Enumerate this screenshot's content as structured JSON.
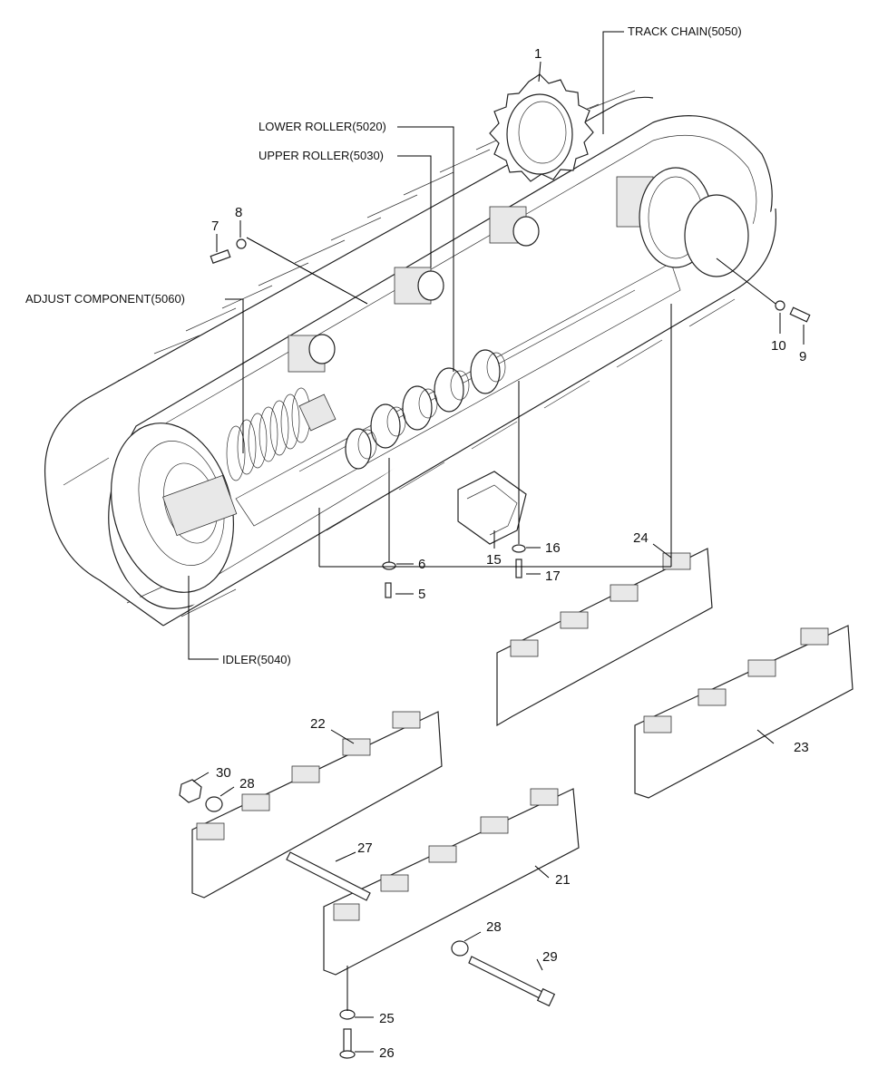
{
  "assembly_labels": {
    "track_chain": "TRACK CHAIN(5050)",
    "lower_roller": "LOWER ROLLER(5020)",
    "upper_roller": "UPPER ROLLER(5030)",
    "adjust_component": "ADJUST COMPONENT(5060)",
    "idler": "IDLER(5040)"
  },
  "part_numbers": {
    "n1": "1",
    "n5": "5",
    "n6": "6",
    "n7": "7",
    "n8": "8",
    "n9": "9",
    "n10": "10",
    "n15": "15",
    "n16": "16",
    "n17": "17",
    "n21": "21",
    "n22": "22",
    "n23": "23",
    "n24": "24",
    "n25": "25",
    "n26": "26",
    "n27": "27",
    "n28a": "28",
    "n28b": "28",
    "n29": "29",
    "n30": "30"
  }
}
